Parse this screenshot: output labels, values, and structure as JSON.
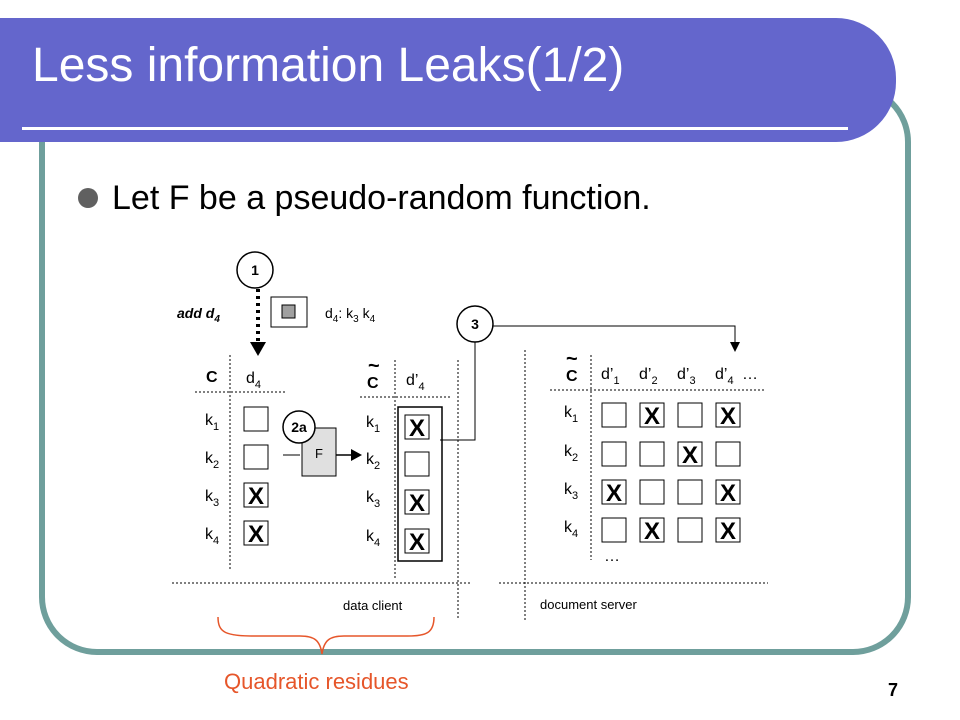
{
  "slide": {
    "title": "Less information Leaks(1/2)",
    "bullet": "Let F be a pseudo-random function.",
    "page_number": "7",
    "annotation": "Quadratic residues"
  },
  "diagram": {
    "steps": {
      "s1": "1",
      "s2a": "2a",
      "s3": "3"
    },
    "add": {
      "label": "add d",
      "sub": "4"
    },
    "doc": {
      "d": "d",
      "dsub": "4",
      "mid": ": k",
      "k3": "3",
      "sp": " k",
      "k4": "4"
    },
    "function_label": "F",
    "keys": [
      {
        "k": "k",
        "sub": "1"
      },
      {
        "k": "k",
        "sub": "2"
      },
      {
        "k": "k",
        "sub": "3"
      },
      {
        "k": "k",
        "sub": "4"
      }
    ],
    "x_mark": "X",
    "tilde": "~",
    "ellipsis": "…",
    "left_table": {
      "header": "C",
      "col": "d",
      "col_sub": "4",
      "marks": [
        false,
        false,
        true,
        true
      ]
    },
    "mid_table": {
      "header": "C",
      "col": "d’",
      "col_sub": "4",
      "marks": [
        true,
        false,
        true,
        true
      ]
    },
    "right_table": {
      "header": "C",
      "columns": [
        {
          "d": "d’",
          "sub": "1"
        },
        {
          "d": "d’",
          "sub": "2"
        },
        {
          "d": "d’",
          "sub": "3"
        },
        {
          "d": "d’",
          "sub": "4"
        }
      ],
      "marks": [
        [
          false,
          true,
          false,
          true
        ],
        [
          false,
          false,
          true,
          false
        ],
        [
          true,
          false,
          false,
          true
        ],
        [
          false,
          true,
          false,
          true
        ]
      ]
    },
    "client_label": "data client",
    "server_label": "document server"
  },
  "colors": {
    "title_band": "#6466cc",
    "frame": "#6f9f9c",
    "annotation": "#e6562a",
    "doc_icon": "#a0a0a0"
  }
}
